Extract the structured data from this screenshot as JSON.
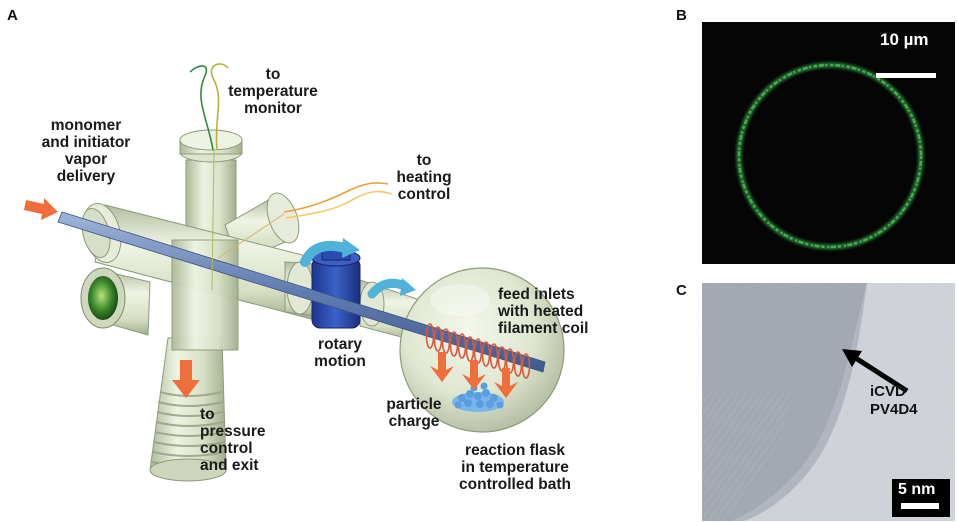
{
  "panels": {
    "a": "A",
    "b": "B",
    "c": "C"
  },
  "labels": {
    "temperature_monitor": "to\ntemperature\nmonitor",
    "vapor_delivery": "monomer\nand initiator\nvapor\ndelivery",
    "heating_control": "to\nheating\ncontrol",
    "feed_inlets": "feed inlets\nwith heated\nfilament coil",
    "rotary_motion": "rotary\nmotion",
    "particle_charge": "particle\ncharge",
    "pressure_control": "to\npressure\ncontrol\nand exit",
    "reaction_flask": "reaction flask\nin temperature\ncontrolled bath"
  },
  "micrograph_b": {
    "scale_bar": "10 µm",
    "ring_color": "#3fae4c"
  },
  "micrograph_c": {
    "coating_label": "iCVD\nPV4D4",
    "scale_bar": "5 nm"
  },
  "colors": {
    "glass": "#dfe8cf",
    "glass_edge": "#8e9a7c",
    "rod": "#6c86b4",
    "arrow": "#ef6e3c",
    "rotary": "#2b4aa8",
    "rotary_light": "#4fb3d9",
    "coil": "#d8583c"
  }
}
